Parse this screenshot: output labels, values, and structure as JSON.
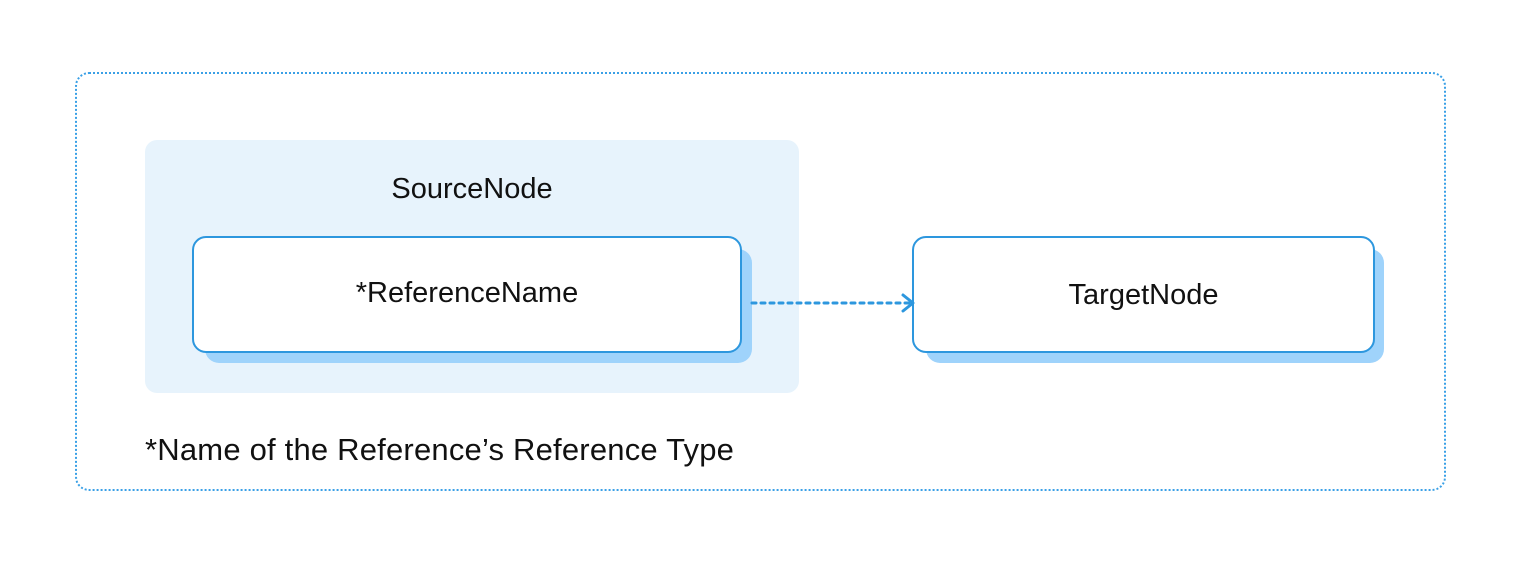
{
  "diagram": {
    "source_node_label": "SourceNode",
    "reference_name_label": "*ReferenceName",
    "target_node_label": "TargetNode",
    "footnote": "*Name of the Reference’s Reference Type"
  },
  "colors": {
    "frame_border": "#3aa0e6",
    "group_fill": "#e7f3fc",
    "node_border": "#2d97de",
    "node_shadow": "#9fd3fb",
    "arrow": "#2d97de",
    "text": "#111111"
  },
  "connections": [
    {
      "from": "reference-name-node",
      "to": "target-node",
      "style": "dotted-arrow"
    }
  ]
}
